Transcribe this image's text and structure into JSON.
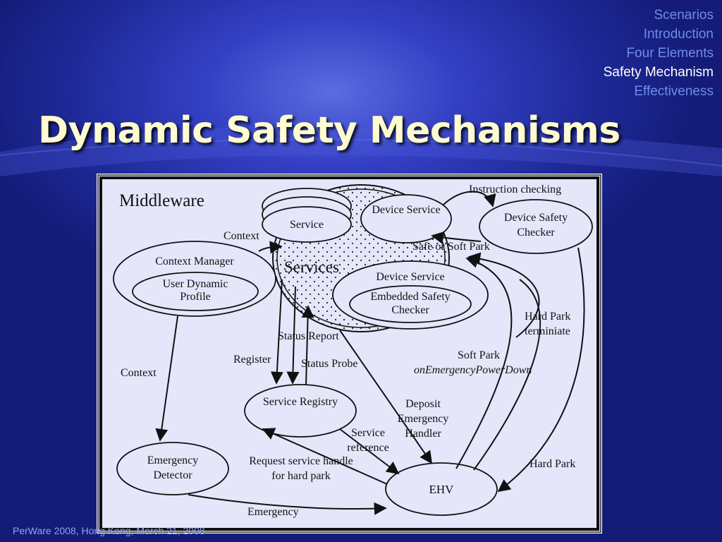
{
  "nav": [
    {
      "label": "Scenarios",
      "active": false
    },
    {
      "label": "Introduction",
      "active": false
    },
    {
      "label": "Four Elements",
      "active": false
    },
    {
      "label": "Safety Mechanism",
      "active": true
    },
    {
      "label": "Effectiveness",
      "active": false
    }
  ],
  "slide_title": "Dynamic Safety Mechanisms",
  "footer": "PerWare 2008, Hong Kong, March 21, 2008",
  "diagram": {
    "container_label": "Middleware",
    "nodes": {
      "service": "Service",
      "services": "Services",
      "device_service": "Device Service",
      "device_service_embedded": "Device Service",
      "embedded_checker": "Embedded Safety Checker",
      "device_safety_checker": "Device Safety Checker",
      "context_manager": "Context Manager",
      "user_profile": "User Dynamic Profile",
      "service_registry": "Service Registry",
      "emergency_detector": "Emergency Detector",
      "ehv": "EHV"
    },
    "edges": {
      "instruction_checking": "Instruction checking",
      "context_top": "Context",
      "safe_or_soft_park": "Safe or Soft Park",
      "hard_park_terminate": "Hard Park terminiate",
      "status_report": "Status Report",
      "register": "Register",
      "status_probe": "Status Probe",
      "soft_park": "Soft Park",
      "on_emergency": "onEmergencyPowerDown",
      "context_left": "Context",
      "deposit_handler": "Deposit Emergency Handler",
      "service_reference": "Service reference",
      "request_service": "Request service handle for hard park",
      "hard_park": "Hard Park",
      "emergency": "Emergency"
    }
  }
}
